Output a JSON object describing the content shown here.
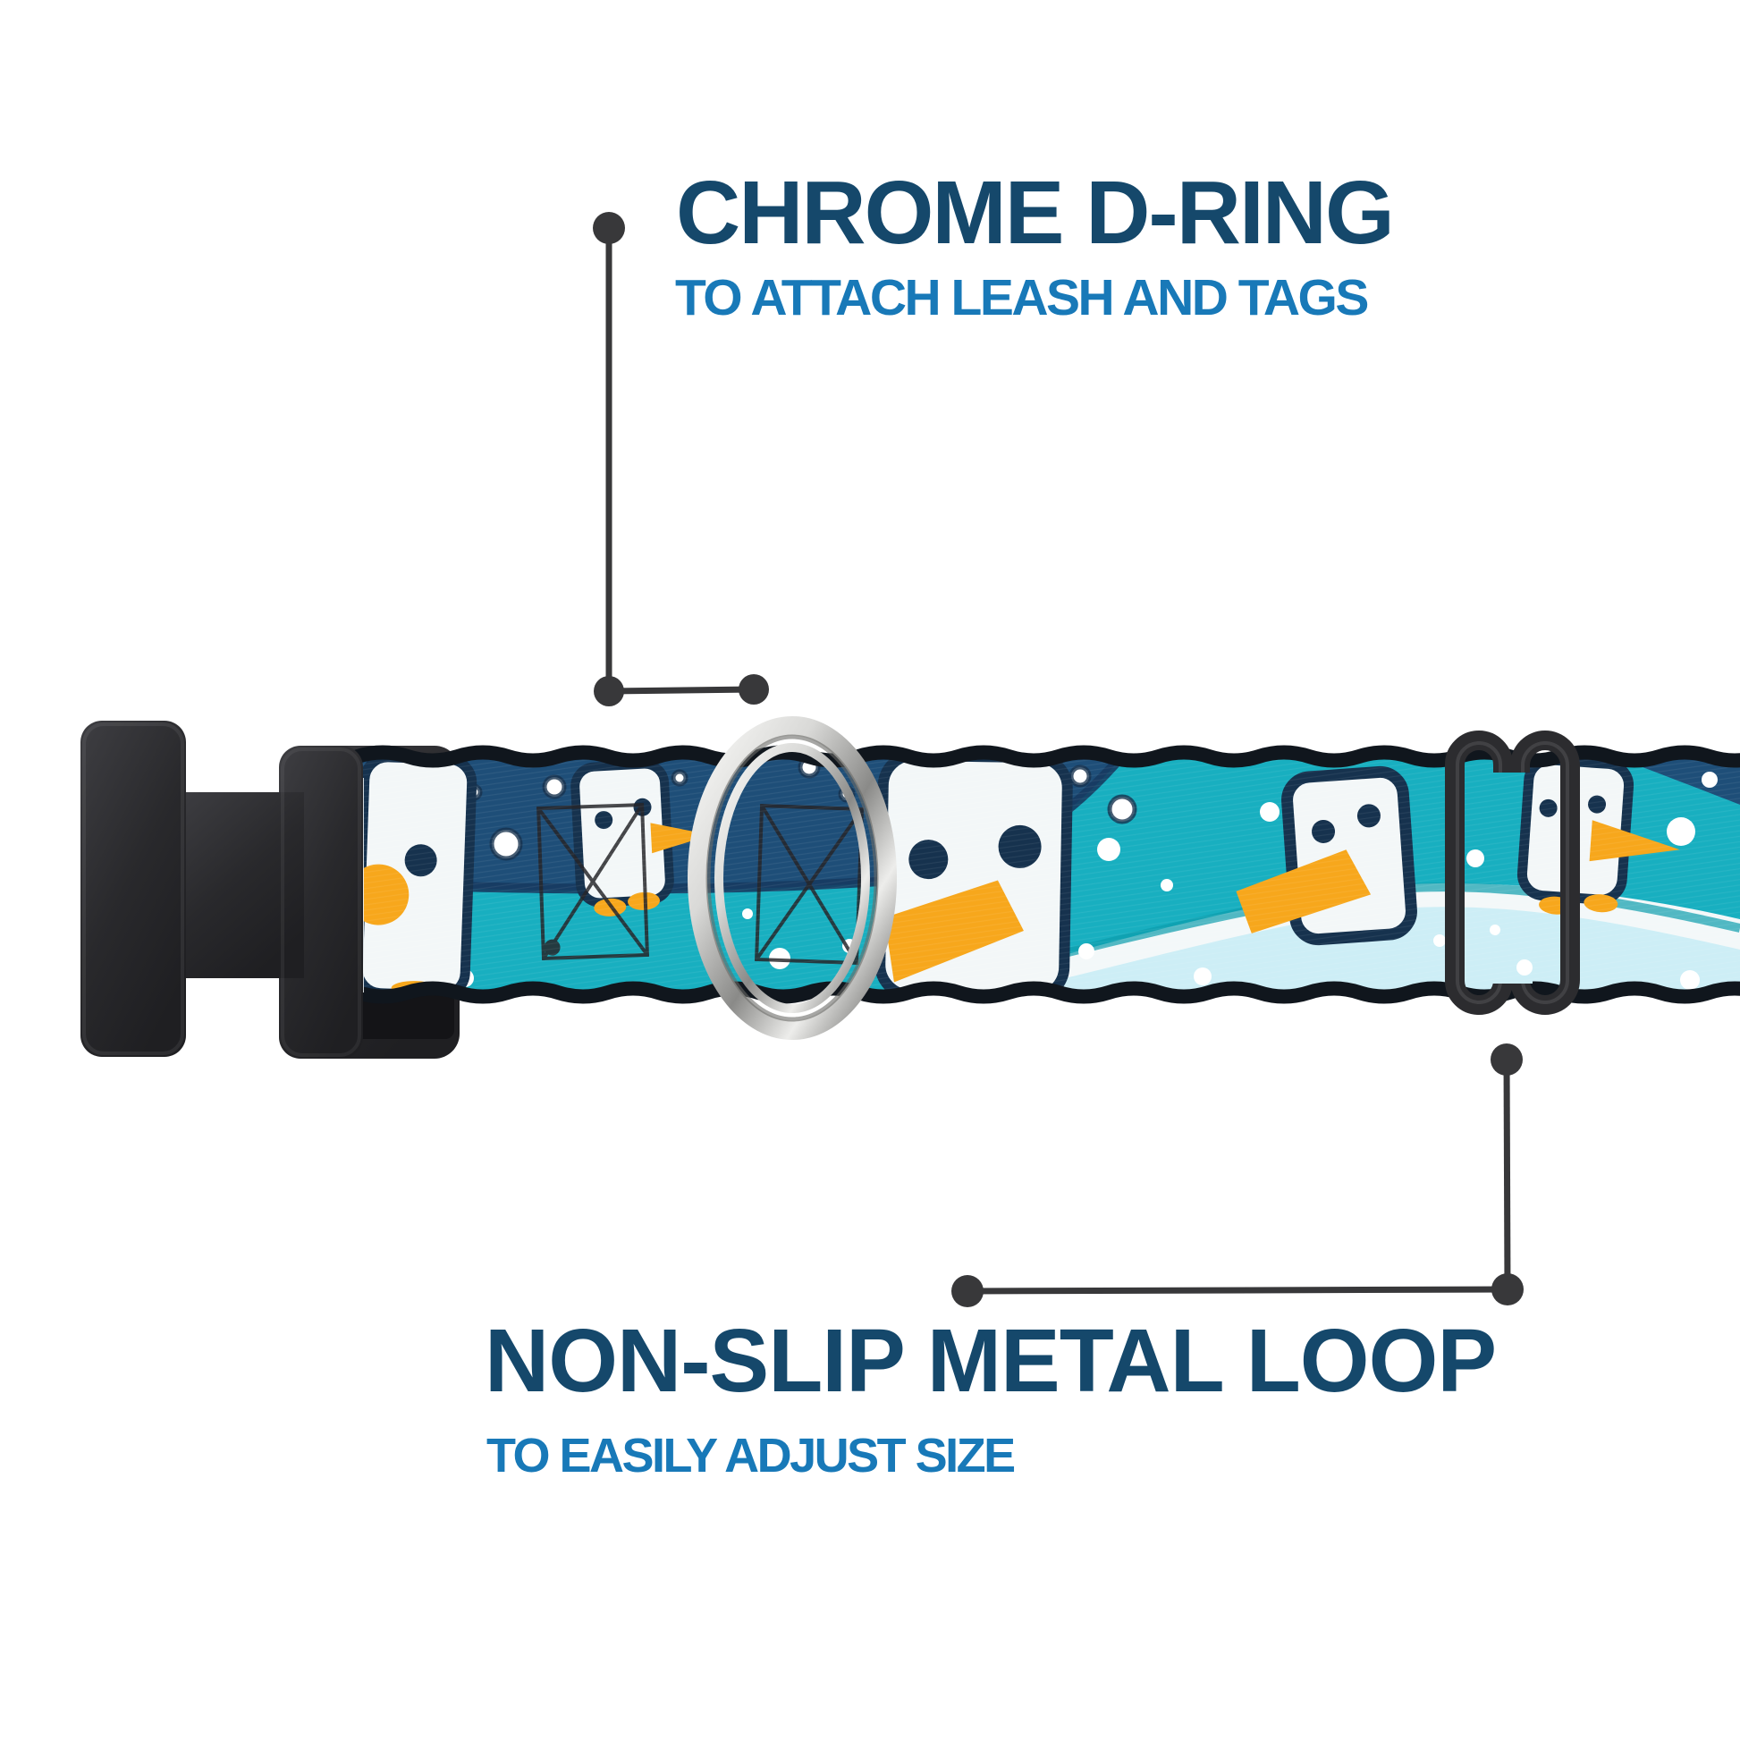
{
  "callouts": {
    "top": {
      "title": "CHROME D-RING",
      "subtitle": "TO ATTACH LEASH AND TAGS"
    },
    "bottom": {
      "title": "NON-SLIP METAL LOOP",
      "subtitle": "TO EASILY ADJUST SIZE"
    }
  },
  "theme": {
    "title_color": "#15486B",
    "subtitle_color": "#1879B8",
    "callout_color": "#38383A",
    "navy": "#1E4E78",
    "navy_dark": "#163B60",
    "teal": "#18AFC0",
    "teal_dark": "#0C9CAD",
    "pale_blue": "#CDEEF6",
    "snow_white": "#F3F8F9",
    "head_white": "#F3F7F8",
    "head_border": "#16324E",
    "orange": "#F7A71C",
    "edging": "#10161D",
    "sketch": "#26262A",
    "plastic_buckle": "#2C2C2F",
    "plastic_dark": "#141417",
    "chrome_light": "#FAFAF8",
    "chrome_mid": "#8A8A88",
    "chrome_dark": "#5E5E5C"
  }
}
